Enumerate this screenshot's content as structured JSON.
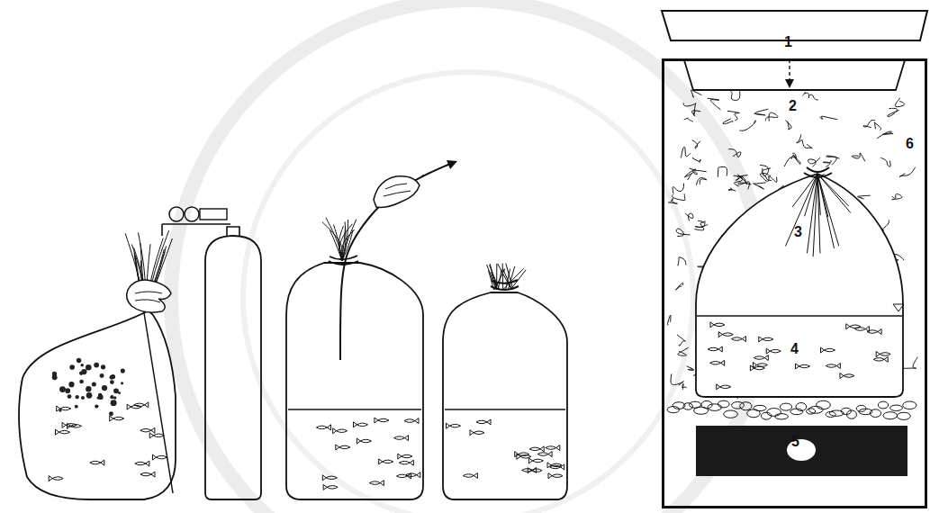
{
  "diagram": {
    "nodes": [
      {
        "text": [
          "6"
        ]
      },
      {
        "text": [
          "3",
          "4"
        ],
        "in": 0
      },
      {
        "text": [
          "5"
        ],
        "in": 0
      }
    ],
    "labels": [
      "1",
      "2"
    ]
  }
}
